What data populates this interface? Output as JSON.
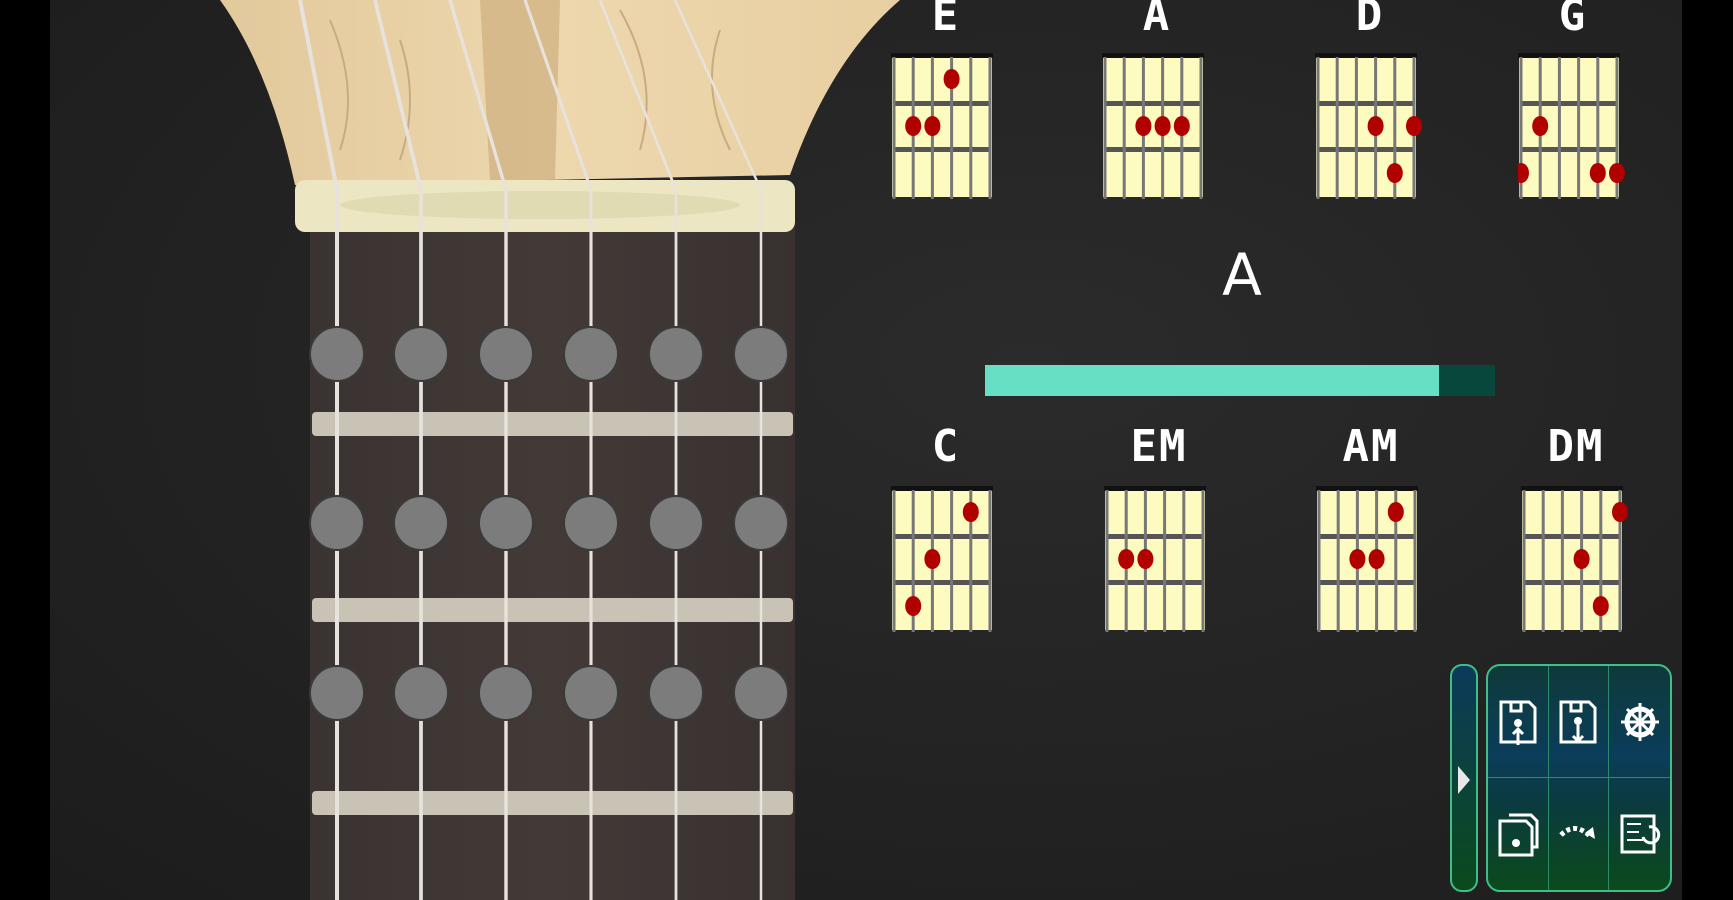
{
  "current_chord": "A",
  "progress_percent": 89,
  "colors": {
    "accent": "#66e0c4",
    "track": "#07473c",
    "dot": "#b00000",
    "diagram_bg": "#fdfbc0",
    "panel_border": "#3fbf88"
  },
  "fretboard": {
    "strings": 6,
    "markers_per_string": 3
  },
  "chords_top": [
    {
      "name": "E",
      "dots": [
        [
          3,
          1
        ],
        [
          1,
          2
        ],
        [
          2,
          2
        ]
      ]
    },
    {
      "name": "A",
      "dots": [
        [
          2,
          2
        ],
        [
          3,
          2
        ],
        [
          4,
          2
        ]
      ]
    },
    {
      "name": "D",
      "dots": [
        [
          3,
          2
        ],
        [
          5,
          2
        ],
        [
          4,
          3
        ]
      ]
    },
    {
      "name": "G",
      "dots": [
        [
          1,
          2
        ],
        [
          0,
          3
        ],
        [
          4,
          3
        ],
        [
          5,
          3
        ]
      ]
    }
  ],
  "chords_bottom": [
    {
      "name": "C",
      "dots": [
        [
          4,
          1
        ],
        [
          2,
          2
        ],
        [
          1,
          3
        ]
      ]
    },
    {
      "name": "EM",
      "dots": [
        [
          1,
          2
        ],
        [
          2,
          2
        ]
      ]
    },
    {
      "name": "AM",
      "dots": [
        [
          4,
          1
        ],
        [
          2,
          2
        ],
        [
          3,
          2
        ]
      ]
    },
    {
      "name": "DM",
      "dots": [
        [
          5,
          1
        ],
        [
          3,
          2
        ],
        [
          4,
          3
        ]
      ]
    }
  ],
  "panel_buttons": [
    {
      "icon": "save-upload-icon"
    },
    {
      "icon": "save-download-icon"
    },
    {
      "icon": "settings-wheel-icon"
    },
    {
      "icon": "save-copy-icon"
    },
    {
      "icon": "redirect-arrow-icon"
    },
    {
      "icon": "chord-sheet-refresh-icon"
    }
  ]
}
